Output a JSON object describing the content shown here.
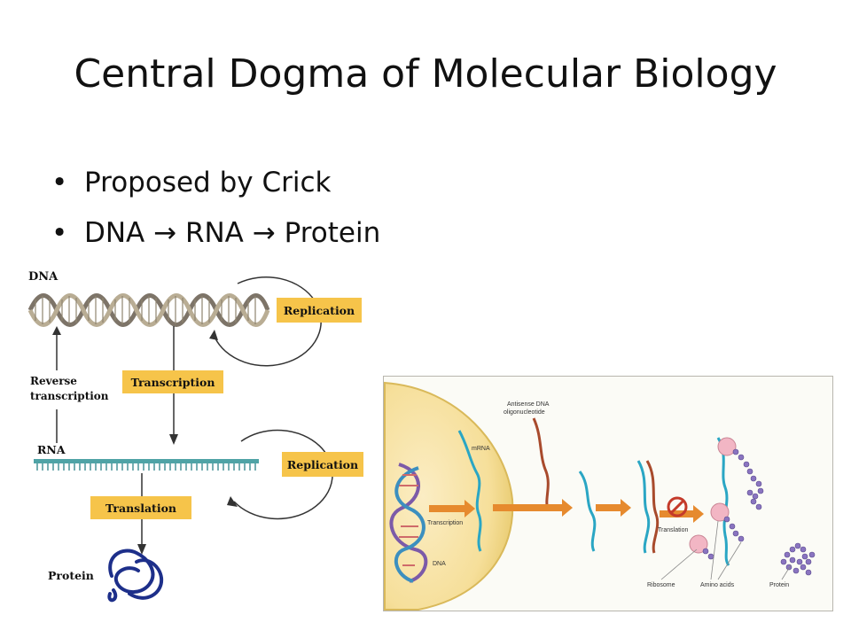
{
  "slide": {
    "title": "Central Dogma of Molecular Biology",
    "bullets": [
      {
        "text": "Proposed by Crick"
      },
      {
        "text": "DNA → RNA → Protein"
      }
    ]
  },
  "left_diagram": {
    "dna_label": "DNA",
    "rna_label": "RNA",
    "protein_label": "Protein",
    "replication_dna": "Replication",
    "replication_rna": "Replication",
    "transcription": "Transcription",
    "translation": "Translation",
    "reverse_line1": "Reverse",
    "reverse_line2": "transcription",
    "box_color": "#f6c44a"
  },
  "right_diagram": {
    "antisense_line1": "Antisense DNA",
    "antisense_line2": "oligonucleotide",
    "mrna": "mRNA",
    "transcription": "Transcription",
    "translation": "Translation",
    "dna": "DNA",
    "ribosome": "Ribosome",
    "amino_acids": "Amino acids",
    "protein": "Protein",
    "cell_color": "#f6df9a",
    "strand_color": "#2aa6c4",
    "antisense_color": "#a84a2c"
  }
}
